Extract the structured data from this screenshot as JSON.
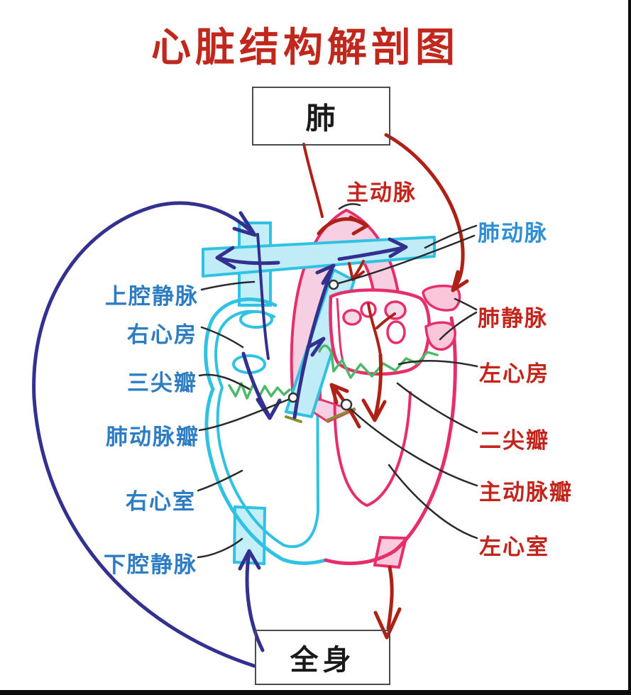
{
  "title": {
    "text": "心脏结构解剖图"
  },
  "boxes": {
    "lung": {
      "label": "肺"
    },
    "body": {
      "label": "全身"
    }
  },
  "labels": {
    "left": [
      {
        "text": "上腔静脉"
      },
      {
        "text": "右心房"
      },
      {
        "text": "三尖瓣"
      },
      {
        "text": "肺动脉瓣"
      },
      {
        "text": "右心室"
      },
      {
        "text": "下腔静脉"
      }
    ],
    "right": [
      {
        "text": "主动脉"
      },
      {
        "text": "肺动脉"
      },
      {
        "text": "肺静脉"
      },
      {
        "text": "左心房"
      },
      {
        "text": "二尖瓣"
      },
      {
        "text": "主动脉瓣"
      },
      {
        "text": "左心室"
      }
    ]
  },
  "colors": {
    "title_red": "#c0281e",
    "label_blue": "#2e7cc2",
    "label_red": "#c3251d",
    "label_sky_blue": "#2f8fd2",
    "heart_cyan_outline": "#2fc2e2",
    "heart_cyan_fill": "#c4eef8",
    "heart_crimson_outline": "#e62e6b",
    "heart_pink_fill": "#f7cfe3",
    "venous_flow_navy": "#32318f",
    "arterial_flow_dark_red": "#ad2117",
    "valve_green": "#4db868",
    "pointer_black": "#2a2a2a"
  }
}
